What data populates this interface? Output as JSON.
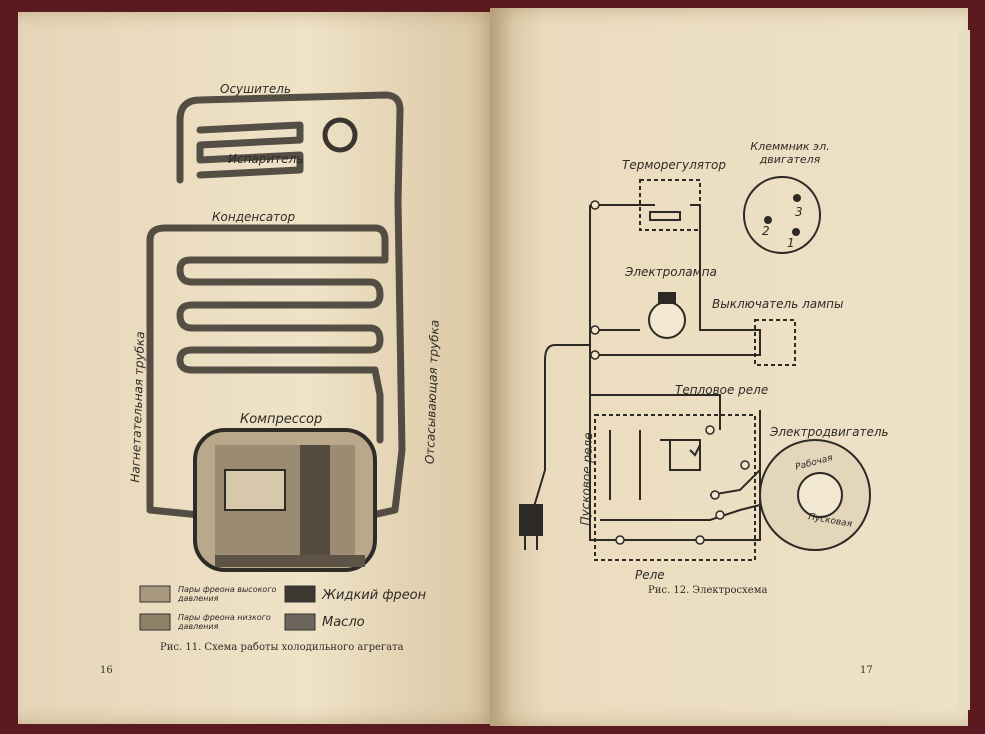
{
  "left_page": {
    "labels": {
      "dryer": "Осушитель",
      "evaporator": "Испаритель",
      "condenser": "Конденсатор",
      "discharge_tube": "Нагнетательная трубка",
      "suction_tube": "Отсасывающая трубка",
      "compressor": "Компрессор"
    },
    "legend": [
      {
        "label": "Пары фреона высокого давления",
        "swatch": "dots"
      },
      {
        "label": "Пары фреона низкого давления",
        "swatch": "dots-dense"
      },
      {
        "label": "Жидкий фреон",
        "swatch": "dark"
      },
      {
        "label": "Масло",
        "swatch": "gray"
      }
    ],
    "caption": "Рис. 11. Схема работы холодильного агрегата",
    "page_number": "16"
  },
  "right_page": {
    "labels": {
      "thermostat": "Терморегулятор",
      "terminal_block": "Клеммник эл. двигателя",
      "lamp": "Электролампа",
      "lamp_switch": "Выключатель лампы",
      "thermal_relay": "Тепловое реле",
      "motor": "Электродвигатель",
      "start_relay": "Пусковое реле",
      "relay": "Реле",
      "working_winding": "Рабочая",
      "starting_winding": "Пусковая",
      "terminal_1": "1",
      "terminal_2": "2",
      "terminal_3": "3"
    },
    "caption": "Рис. 12. Электросхема",
    "page_number": "17"
  },
  "colors": {
    "background": "#5a1a1f",
    "paper": "#ece0c4",
    "ink": "#2d2a26"
  }
}
